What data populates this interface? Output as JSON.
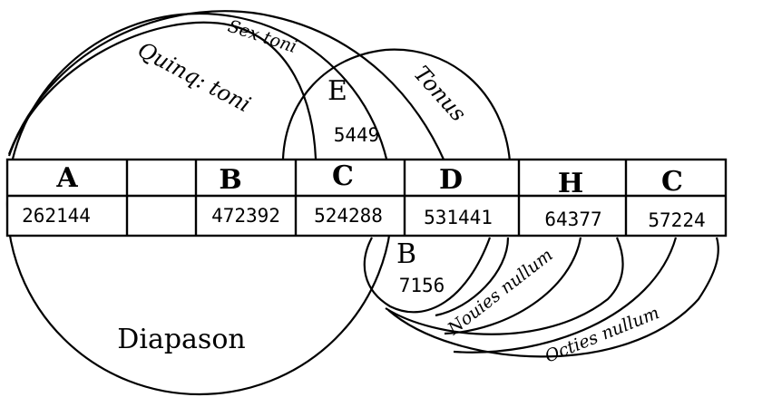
{
  "table": {
    "letters": [
      "A",
      "",
      "B",
      "C",
      "D",
      "H",
      "C"
    ],
    "numbers": [
      "262144",
      "",
      "472392",
      "524288",
      "531441",
      "64377",
      "57224"
    ]
  },
  "labels": {
    "sex_toni": "Sex toni",
    "quinq_toni": "Quinq: toni",
    "tonus": "Tonus",
    "e_letter": "E",
    "e_number": "5449",
    "b_letter": "B",
    "b_number": "7156",
    "diapason": "Diapason",
    "nouies": "Nouies nullum",
    "octies": "Octies nullum"
  }
}
